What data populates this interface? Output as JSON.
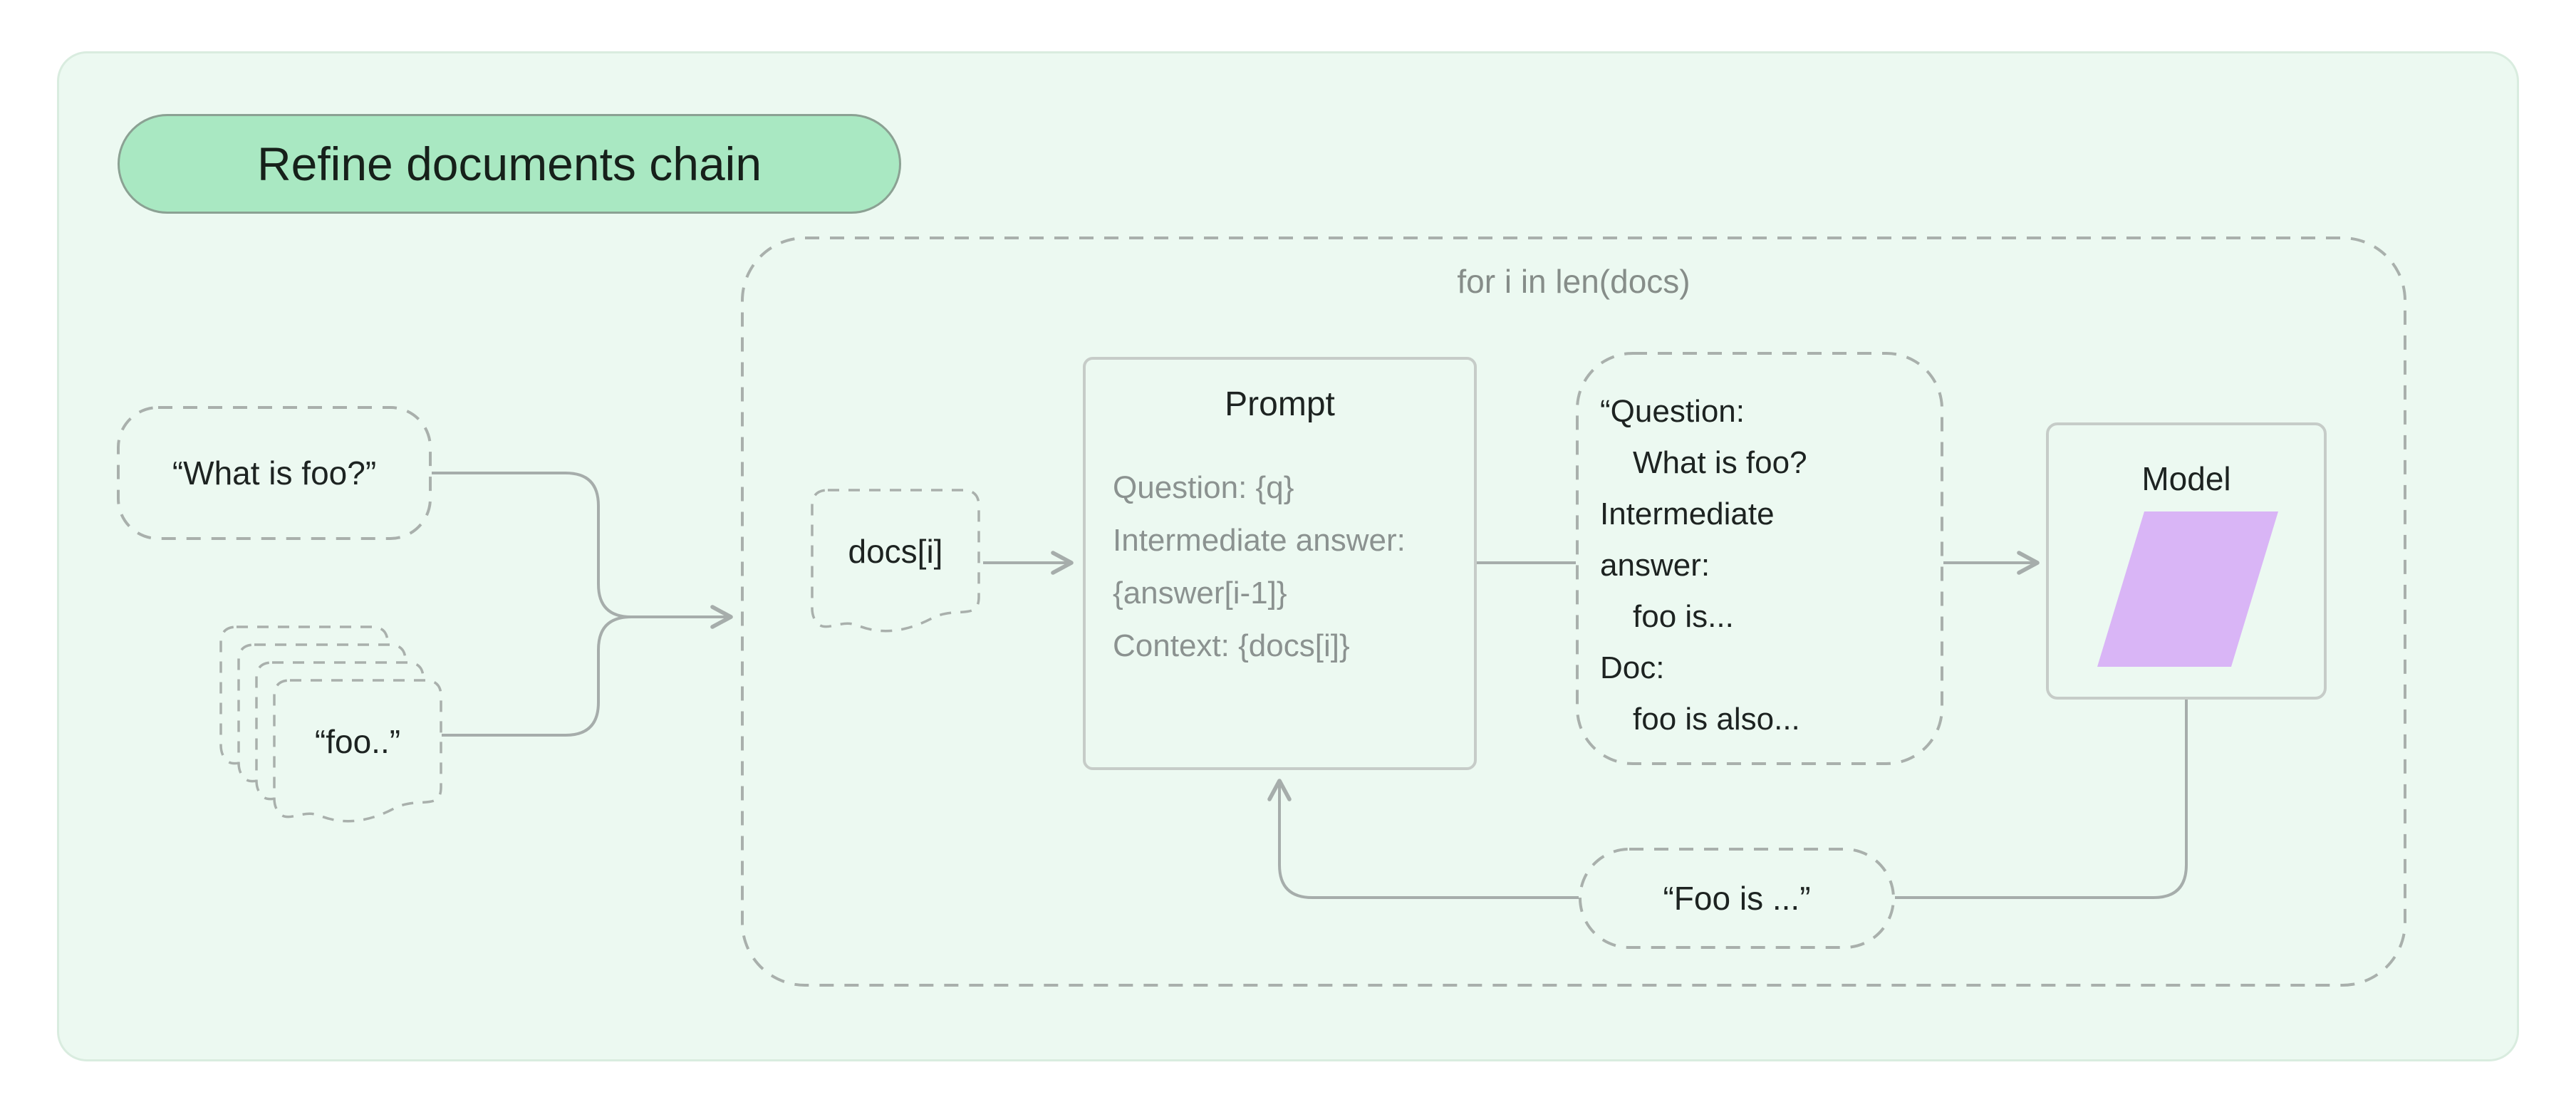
{
  "chain": {
    "title": "Refine documents chain",
    "loop": {
      "label": "for i in len(docs)"
    },
    "question_node": {
      "text": "“What is foo?”"
    },
    "docs_stack": {
      "text": "“foo..”"
    },
    "doc_item": {
      "text": "docs[i]"
    },
    "prompt": {
      "title": "Prompt",
      "lines": [
        "Question: {q}",
        "Intermediate answer:",
        "{answer[i-1]}",
        "Context: {docs[i]}"
      ]
    },
    "filled_prompt": {
      "lines": [
        "“Question:",
        "What is foo?",
        "Intermediate",
        "answer:",
        "foo is...",
        "Doc:",
        "foo is also..."
      ]
    },
    "model": {
      "label": "Model"
    },
    "answer_node": {
      "text": "“Foo is ...”"
    },
    "colors": {
      "container_bg": "#ecf9f1",
      "container_border": "#d9ecdf",
      "badge_bg": "#a9e8c2",
      "badge_border": "#8ba193",
      "connector_gray": "#a6adab",
      "dashed_gray": "#a9b0ac",
      "box_border": "#c6ccc8",
      "model_shape_purple": "#d9b5f6",
      "text_dark": "#1d2321",
      "text_muted": "#8b9290"
    }
  }
}
